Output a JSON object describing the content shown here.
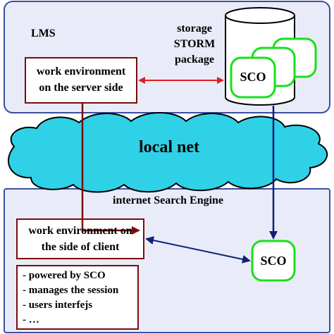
{
  "lms": {
    "title": "LMS",
    "storage_label_line1": "storage",
    "storage_label_line2": "STORM",
    "storage_label_line3": "package",
    "server_box_line1": "work environment",
    "server_box_line2": "on the server side",
    "sco_label": "SCO"
  },
  "network": {
    "label": "local net"
  },
  "client": {
    "title": "internet Search Engine",
    "client_box_line1": "work environment on",
    "client_box_line2": "the side of client",
    "sco_label": "SCO",
    "features": [
      "- powered by SCO",
      "- manages the session",
      "- users interfejs",
      "- …"
    ]
  },
  "colors": {
    "panel_fill": "#e9ecf8",
    "panel_stroke": "#3a4fa0",
    "cloud_fill": "#2fd1e6",
    "dark_red": "#7a0c0c",
    "red_arrow": "#e02020",
    "navy": "#10207a",
    "sco_green": "#18e018"
  }
}
